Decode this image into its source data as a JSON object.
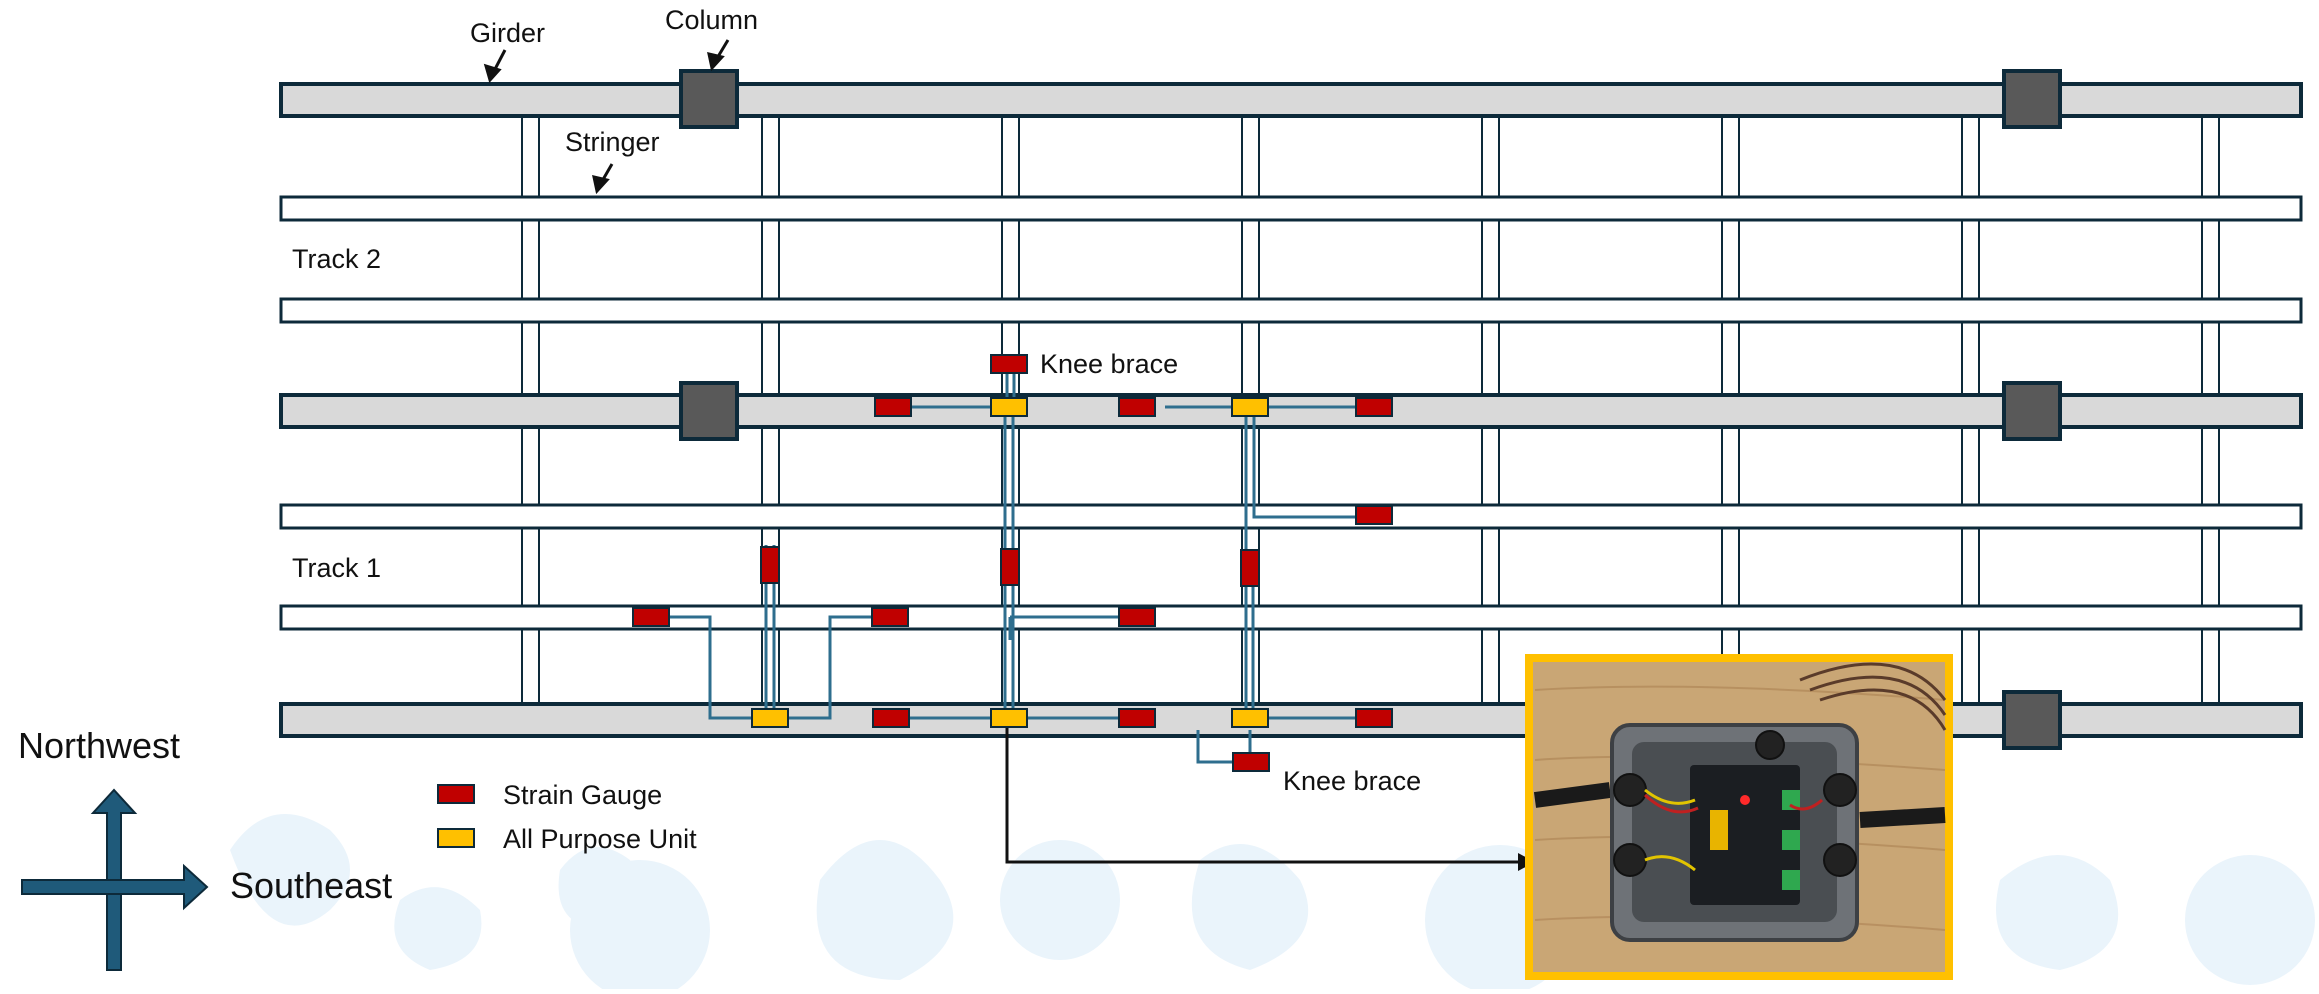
{
  "labels": {
    "girder": "Girder",
    "column": "Column",
    "stringer": "Stringer",
    "track2": "Track 2",
    "track1": "Track 1",
    "knee_brace_top": "Knee brace",
    "knee_brace_bottom": "Knee brace"
  },
  "legend": {
    "strain_gauge": "Strain Gauge",
    "all_purpose_unit": "All Purpose Unit"
  },
  "compass": {
    "north": "Northwest",
    "east": "Southeast"
  },
  "colors": {
    "girder_fill": "#d9d9d9",
    "outline": "#0d2a3a",
    "column": "#595959",
    "strain_gauge": "#c00000",
    "all_purpose_unit": "#ffc000",
    "wire": "#2e6e8e",
    "compass_arrow": "#1f5a7a",
    "photo_border": "#ffc000",
    "watermark": "#eaf4fb"
  },
  "photo": {
    "description_icon": "junction-box-photo"
  }
}
